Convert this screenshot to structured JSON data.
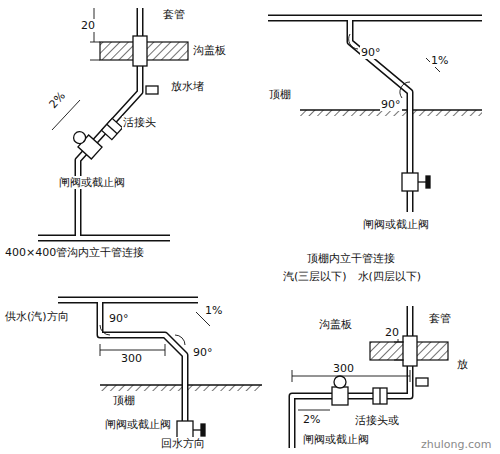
{
  "diagram": {
    "labels": [
      "20",
      "套管",
      "沟盖板",
      "放水堵",
      "2%",
      "活接头",
      "闸阀或截止阀",
      "400×400管沟内立干管连接",
      "90°",
      "1%",
      "顶棚",
      "90°",
      "闸阀或截止阀",
      "顶棚内立干管连接",
      "汽(三层以下)　水(四层以下)",
      "供水(汽)方向",
      "90°",
      "300",
      "90°",
      "1%",
      "顶棚",
      "闸阀或截止阀",
      "回水方向",
      "沟盖板",
      "20",
      "套管",
      "放",
      "300",
      "2%",
      "活接头或",
      "闸阀或截止阀",
      "zhulong.com"
    ]
  }
}
